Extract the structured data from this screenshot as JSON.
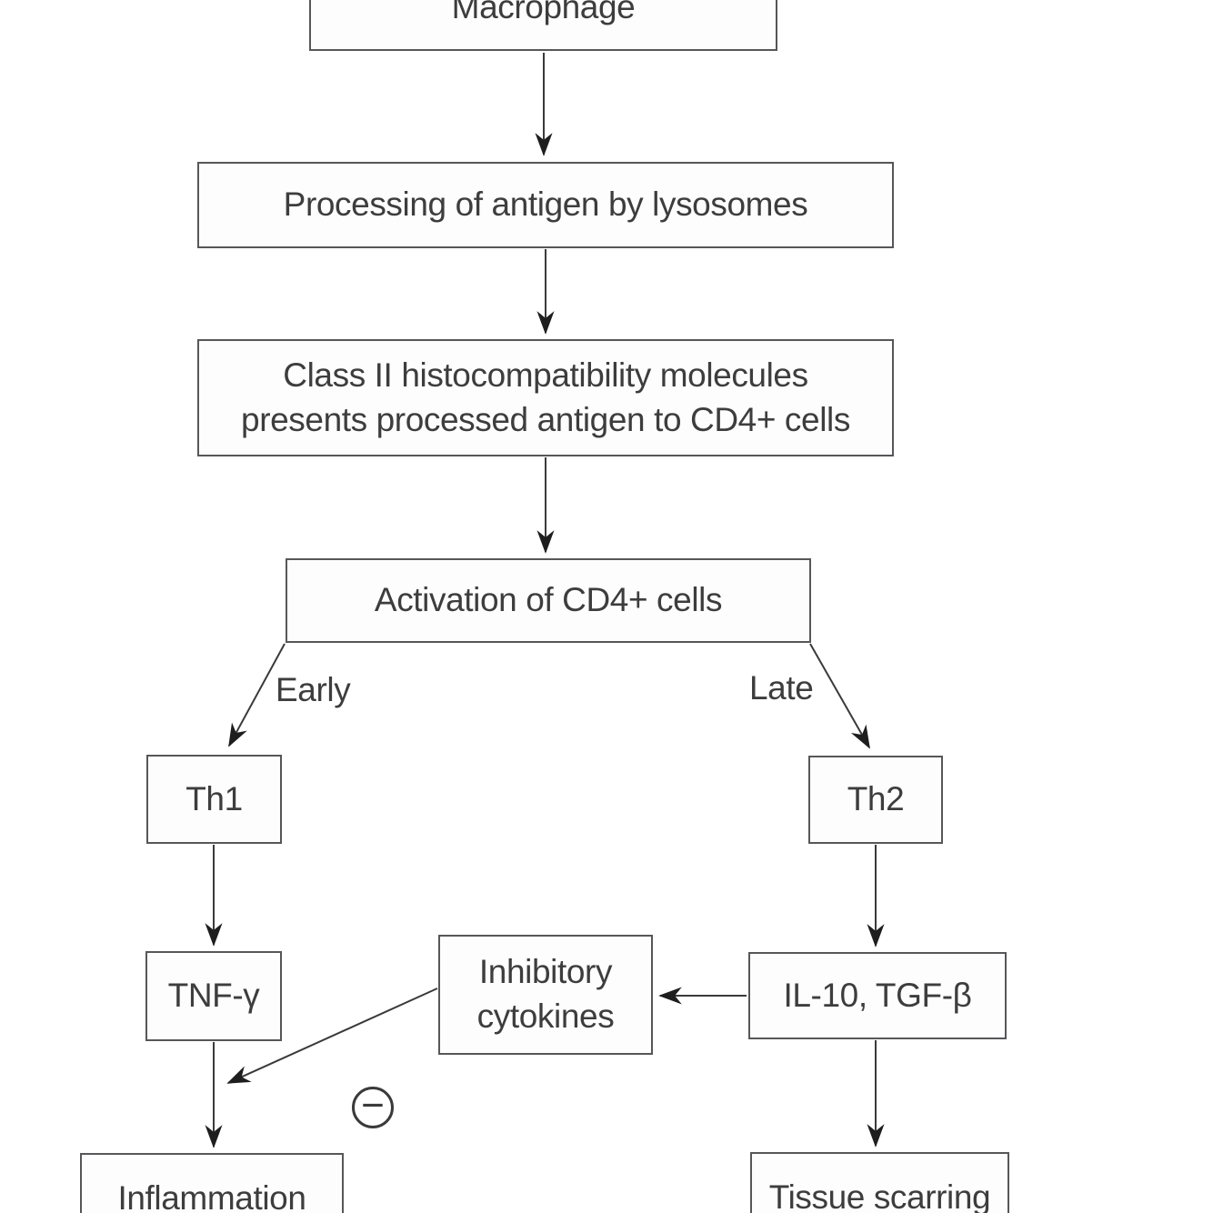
{
  "diagram": {
    "nodes": {
      "macrophage": {
        "label": "Macrophage"
      },
      "processing": {
        "label": "Processing of antigen by lysosomes"
      },
      "class2": {
        "lines": [
          "Class II histocompatibility molecules",
          "presents processed antigen to CD4+ cells"
        ]
      },
      "activation": {
        "label": "Activation of CD4+ cells"
      },
      "th1": {
        "label": "Th1"
      },
      "th2": {
        "label": "Th2"
      },
      "tnf_gamma": {
        "label": "TNF-γ"
      },
      "inhibitory": {
        "lines": [
          "Inhibitory",
          "cytokines"
        ]
      },
      "il10_tgfb": {
        "label": "IL-10, TGF-β"
      },
      "inflammation": {
        "label": "Inflammation"
      },
      "tissue_scarring": {
        "label": "Tissue scarring"
      }
    },
    "edge_labels": {
      "early": "Early",
      "late": "Late"
    },
    "symbols": {
      "inhibition": "−"
    },
    "colors": {
      "box_border": "#57575a",
      "line": "#3a3a3a",
      "arrowhead": "#1e1e1e",
      "text": "#3d3d3d",
      "background": "#ffffff"
    }
  }
}
